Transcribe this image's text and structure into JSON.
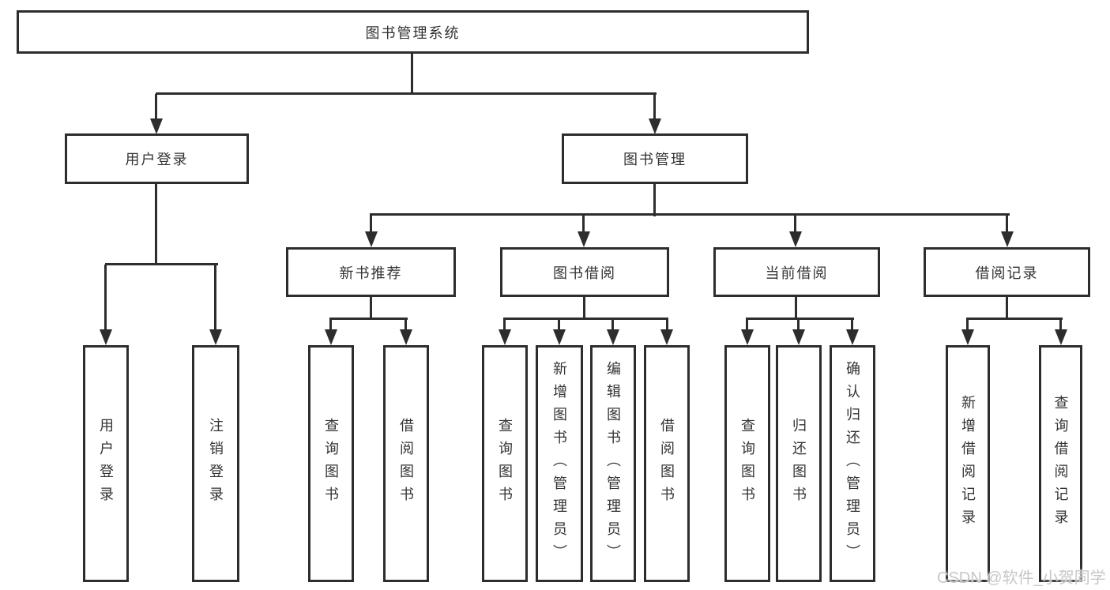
{
  "diagram": {
    "title": "图书管理系统",
    "colors": {
      "border": "#2d2d2d",
      "line": "#2d2d2d",
      "text": "#333333",
      "background": "#ffffff",
      "watermark": "#c7c7c7"
    },
    "nodes": {
      "root": "图书管理系统",
      "user_login": "用户登录",
      "book_mgmt": "图书管理",
      "new_books": "新书推荐",
      "book_borrow": "图书借阅",
      "current_borrow": "当前借阅",
      "borrow_records": "借阅记录",
      "leaves": {
        "a1": "用户登录",
        "a2": "注销登录",
        "b1": "查询图书",
        "b2": "借阅图书",
        "c1": "查询图书",
        "c2": "新增图书（管理员）",
        "c3": "编辑图书（管理员）",
        "c4": "借阅图书",
        "d1": "查询图书",
        "d2": "归还图书",
        "d3": "确认归还（管理员）",
        "e1": "新增借阅记录",
        "e2": "查询借阅记录"
      }
    },
    "watermark": "CSDN @软件_小贺同学"
  }
}
